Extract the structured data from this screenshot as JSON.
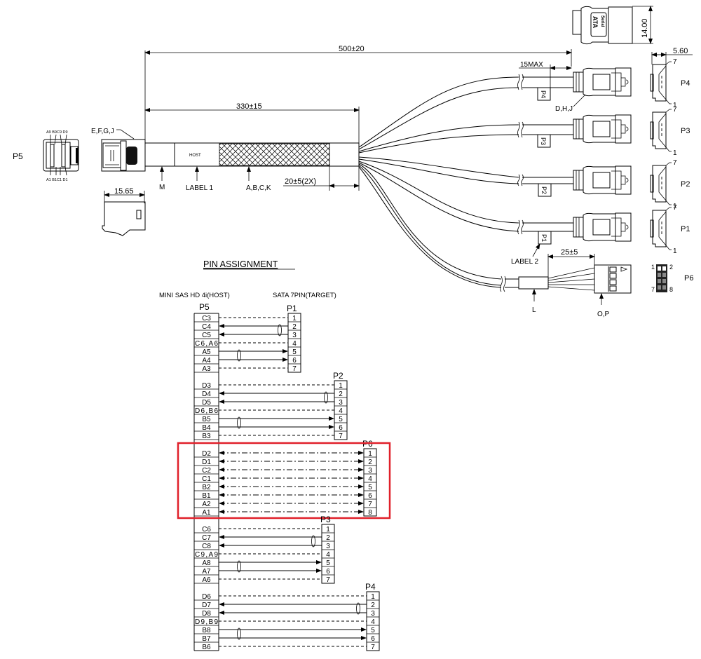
{
  "drawing": {
    "dimensions": {
      "overall_length": "500±20",
      "host_length": "330±15",
      "label_offset": "20±5(2X)",
      "breakout_max": "15MAX",
      "power_lead": "25±5",
      "host_width": "15.65",
      "sata_height": "14.00",
      "sata_width": "5.60"
    },
    "callouts": {
      "host_connector": "E,F,G,J",
      "sata_connector": "D,H,J",
      "cable_m": "M",
      "label1": "LABEL  1",
      "braid": "A,B,C,K",
      "label2": "LABEL  2",
      "power_sleeve": "L",
      "power_connector": "O,P"
    },
    "host_label_text": "HOST",
    "host_face": {
      "name": "P5",
      "top_pins": "A9 B9C9 D9",
      "bottom_pins": "A1 B1C1 D1"
    },
    "sata_branches": [
      {
        "tag": "P4"
      },
      {
        "tag": "P3"
      },
      {
        "tag": "P2"
      },
      {
        "tag": "P1"
      }
    ],
    "sata_logo": [
      "Serial",
      "ATA"
    ],
    "sata_faces": [
      {
        "name": "P4",
        "pin_top": "7",
        "pin_bottom": "1"
      },
      {
        "name": "P3",
        "pin_top": "7",
        "pin_bottom": "1"
      },
      {
        "name": "P2",
        "pin_top": "7",
        "pin_bottom": "1"
      },
      {
        "name": "P1",
        "pin_top": "7",
        "pin_bottom": "1"
      }
    ],
    "power_face": {
      "name": "P6",
      "pins": [
        "1",
        "2",
        "7",
        "8"
      ]
    }
  },
  "pin_assignment": {
    "title": "PIN ASSIGNMENT",
    "host_header": "MINI SAS HD 4i(HOST)",
    "target_header": "SATA 7PIN(TARGET)",
    "host_name": "P5",
    "groups": [
      {
        "target": "P1",
        "rows": [
          {
            "host": "C3",
            "pin": "1",
            "type": "ground"
          },
          {
            "host": "C4",
            "pin": "2",
            "type": "rx"
          },
          {
            "host": "C5",
            "pin": "3",
            "type": "rx"
          },
          {
            "host": "C6,A6",
            "pin": "4",
            "type": "ground"
          },
          {
            "host": "A5",
            "pin": "5",
            "type": "tx"
          },
          {
            "host": "A4",
            "pin": "6",
            "type": "tx"
          },
          {
            "host": "A3",
            "pin": "7",
            "type": "ground"
          }
        ]
      },
      {
        "target": "P2",
        "rows": [
          {
            "host": "D3",
            "pin": "1",
            "type": "ground"
          },
          {
            "host": "D4",
            "pin": "2",
            "type": "rx"
          },
          {
            "host": "D5",
            "pin": "3",
            "type": "rx"
          },
          {
            "host": "D6,B6",
            "pin": "4",
            "type": "ground"
          },
          {
            "host": "B5",
            "pin": "5",
            "type": "tx"
          },
          {
            "host": "B4",
            "pin": "6",
            "type": "tx"
          },
          {
            "host": "B3",
            "pin": "7",
            "type": "ground"
          }
        ]
      },
      {
        "target": "P6",
        "highlighted": true,
        "rows": [
          {
            "host": "D2",
            "pin": "1",
            "type": "sideband"
          },
          {
            "host": "D1",
            "pin": "2",
            "type": "sideband"
          },
          {
            "host": "C2",
            "pin": "3",
            "type": "sideband"
          },
          {
            "host": "C1",
            "pin": "4",
            "type": "sideband"
          },
          {
            "host": "B2",
            "pin": "5",
            "type": "sideband"
          },
          {
            "host": "B1",
            "pin": "6",
            "type": "sideband"
          },
          {
            "host": "A2",
            "pin": "7",
            "type": "sideband"
          },
          {
            "host": "A1",
            "pin": "8",
            "type": "sideband"
          }
        ]
      },
      {
        "target": "P3",
        "rows": [
          {
            "host": "C6",
            "pin": "1",
            "type": "ground"
          },
          {
            "host": "C7",
            "pin": "2",
            "type": "rx"
          },
          {
            "host": "C8",
            "pin": "3",
            "type": "rx"
          },
          {
            "host": "C9,A9",
            "pin": "4",
            "type": "ground"
          },
          {
            "host": "A8",
            "pin": "5",
            "type": "tx"
          },
          {
            "host": "A7",
            "pin": "6",
            "type": "tx"
          },
          {
            "host": "A6",
            "pin": "7",
            "type": "ground"
          }
        ]
      },
      {
        "target": "P4",
        "rows": [
          {
            "host": "D6",
            "pin": "1",
            "type": "ground"
          },
          {
            "host": "D7",
            "pin": "2",
            "type": "rx"
          },
          {
            "host": "D8",
            "pin": "3",
            "type": "rx"
          },
          {
            "host": "D9,B9",
            "pin": "4",
            "type": "ground"
          },
          {
            "host": "B8",
            "pin": "5",
            "type": "tx"
          },
          {
            "host": "B7",
            "pin": "6",
            "type": "tx"
          },
          {
            "host": "B6",
            "pin": "7",
            "type": "ground"
          }
        ]
      }
    ],
    "highlight_color": "#e0202a"
  }
}
